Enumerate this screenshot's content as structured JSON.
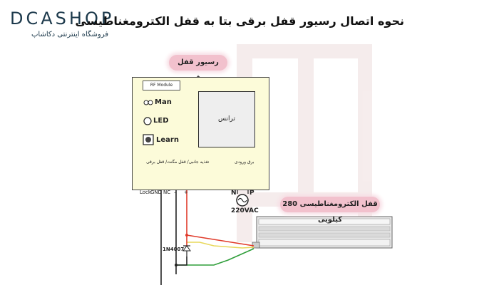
{
  "brand": {
    "logo_text": "DCASHOP",
    "logo_sub": "فروشگاه اینترنتی دکاشاپ",
    "color": "#1d3a4c"
  },
  "title": "نحوه اتصال رسیور قفل برقی بتا به قفل الکترومغناطیسی",
  "receiver": {
    "label": "رسیور قفل برقی",
    "module_label": "RF Module",
    "transformer_label": "ترانس",
    "indicators": {
      "man": "Man",
      "led": "LED",
      "learn": "Learn"
    },
    "output_terminal_label": "تغذیه جانبی/ قفل مگنت/ قفل برقی",
    "input_terminal_label": "برق ورودی",
    "output_pins": [
      "Lock",
      "GND",
      "NC",
      "–",
      "+"
    ],
    "input_pins": [
      "N",
      "P"
    ],
    "supply": "220VAC",
    "board_color": "#fcfbd9"
  },
  "diode": {
    "label": "1N4007"
  },
  "maglock": {
    "label": "قفل الکترومغناطیسی 280 کیلویی"
  },
  "wire_colors": {
    "red": "#e03a2a",
    "yellow": "#e8d85a",
    "green": "#2f9e3a",
    "black": "#222222"
  },
  "highlight_color": "#f2c1cd"
}
